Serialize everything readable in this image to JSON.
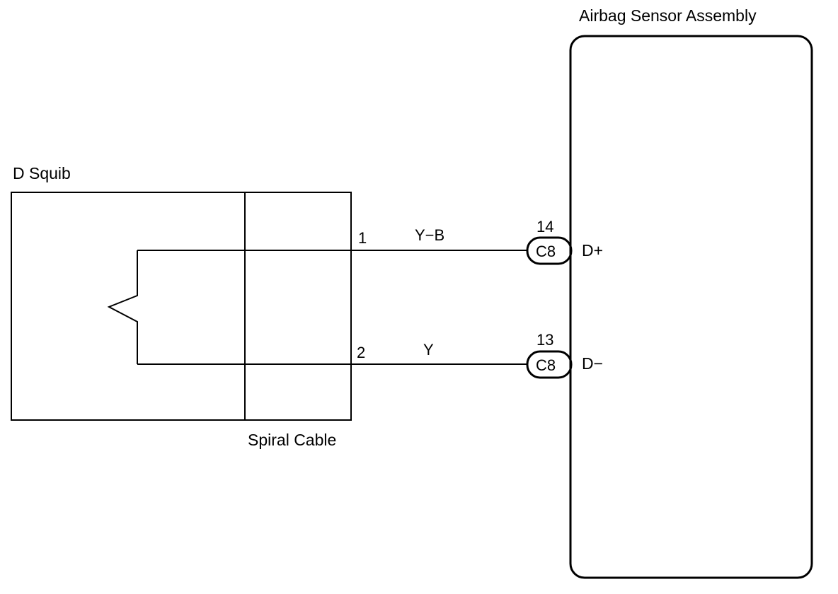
{
  "components": {
    "sensor_assembly": {
      "label": "Airbag Sensor Assembly"
    },
    "squib": {
      "label": "D Squib"
    },
    "spiral_cable": {
      "label": "Spiral Cable"
    }
  },
  "wires": [
    {
      "id": "wire-1",
      "spiral_pin": "1",
      "color_code": "Y−B",
      "connector_pin": "14",
      "connector": "C8",
      "terminal": "D+"
    },
    {
      "id": "wire-2",
      "spiral_pin": "2",
      "color_code": "Y",
      "connector_pin": "13",
      "connector": "C8",
      "terminal": "D−"
    }
  ]
}
